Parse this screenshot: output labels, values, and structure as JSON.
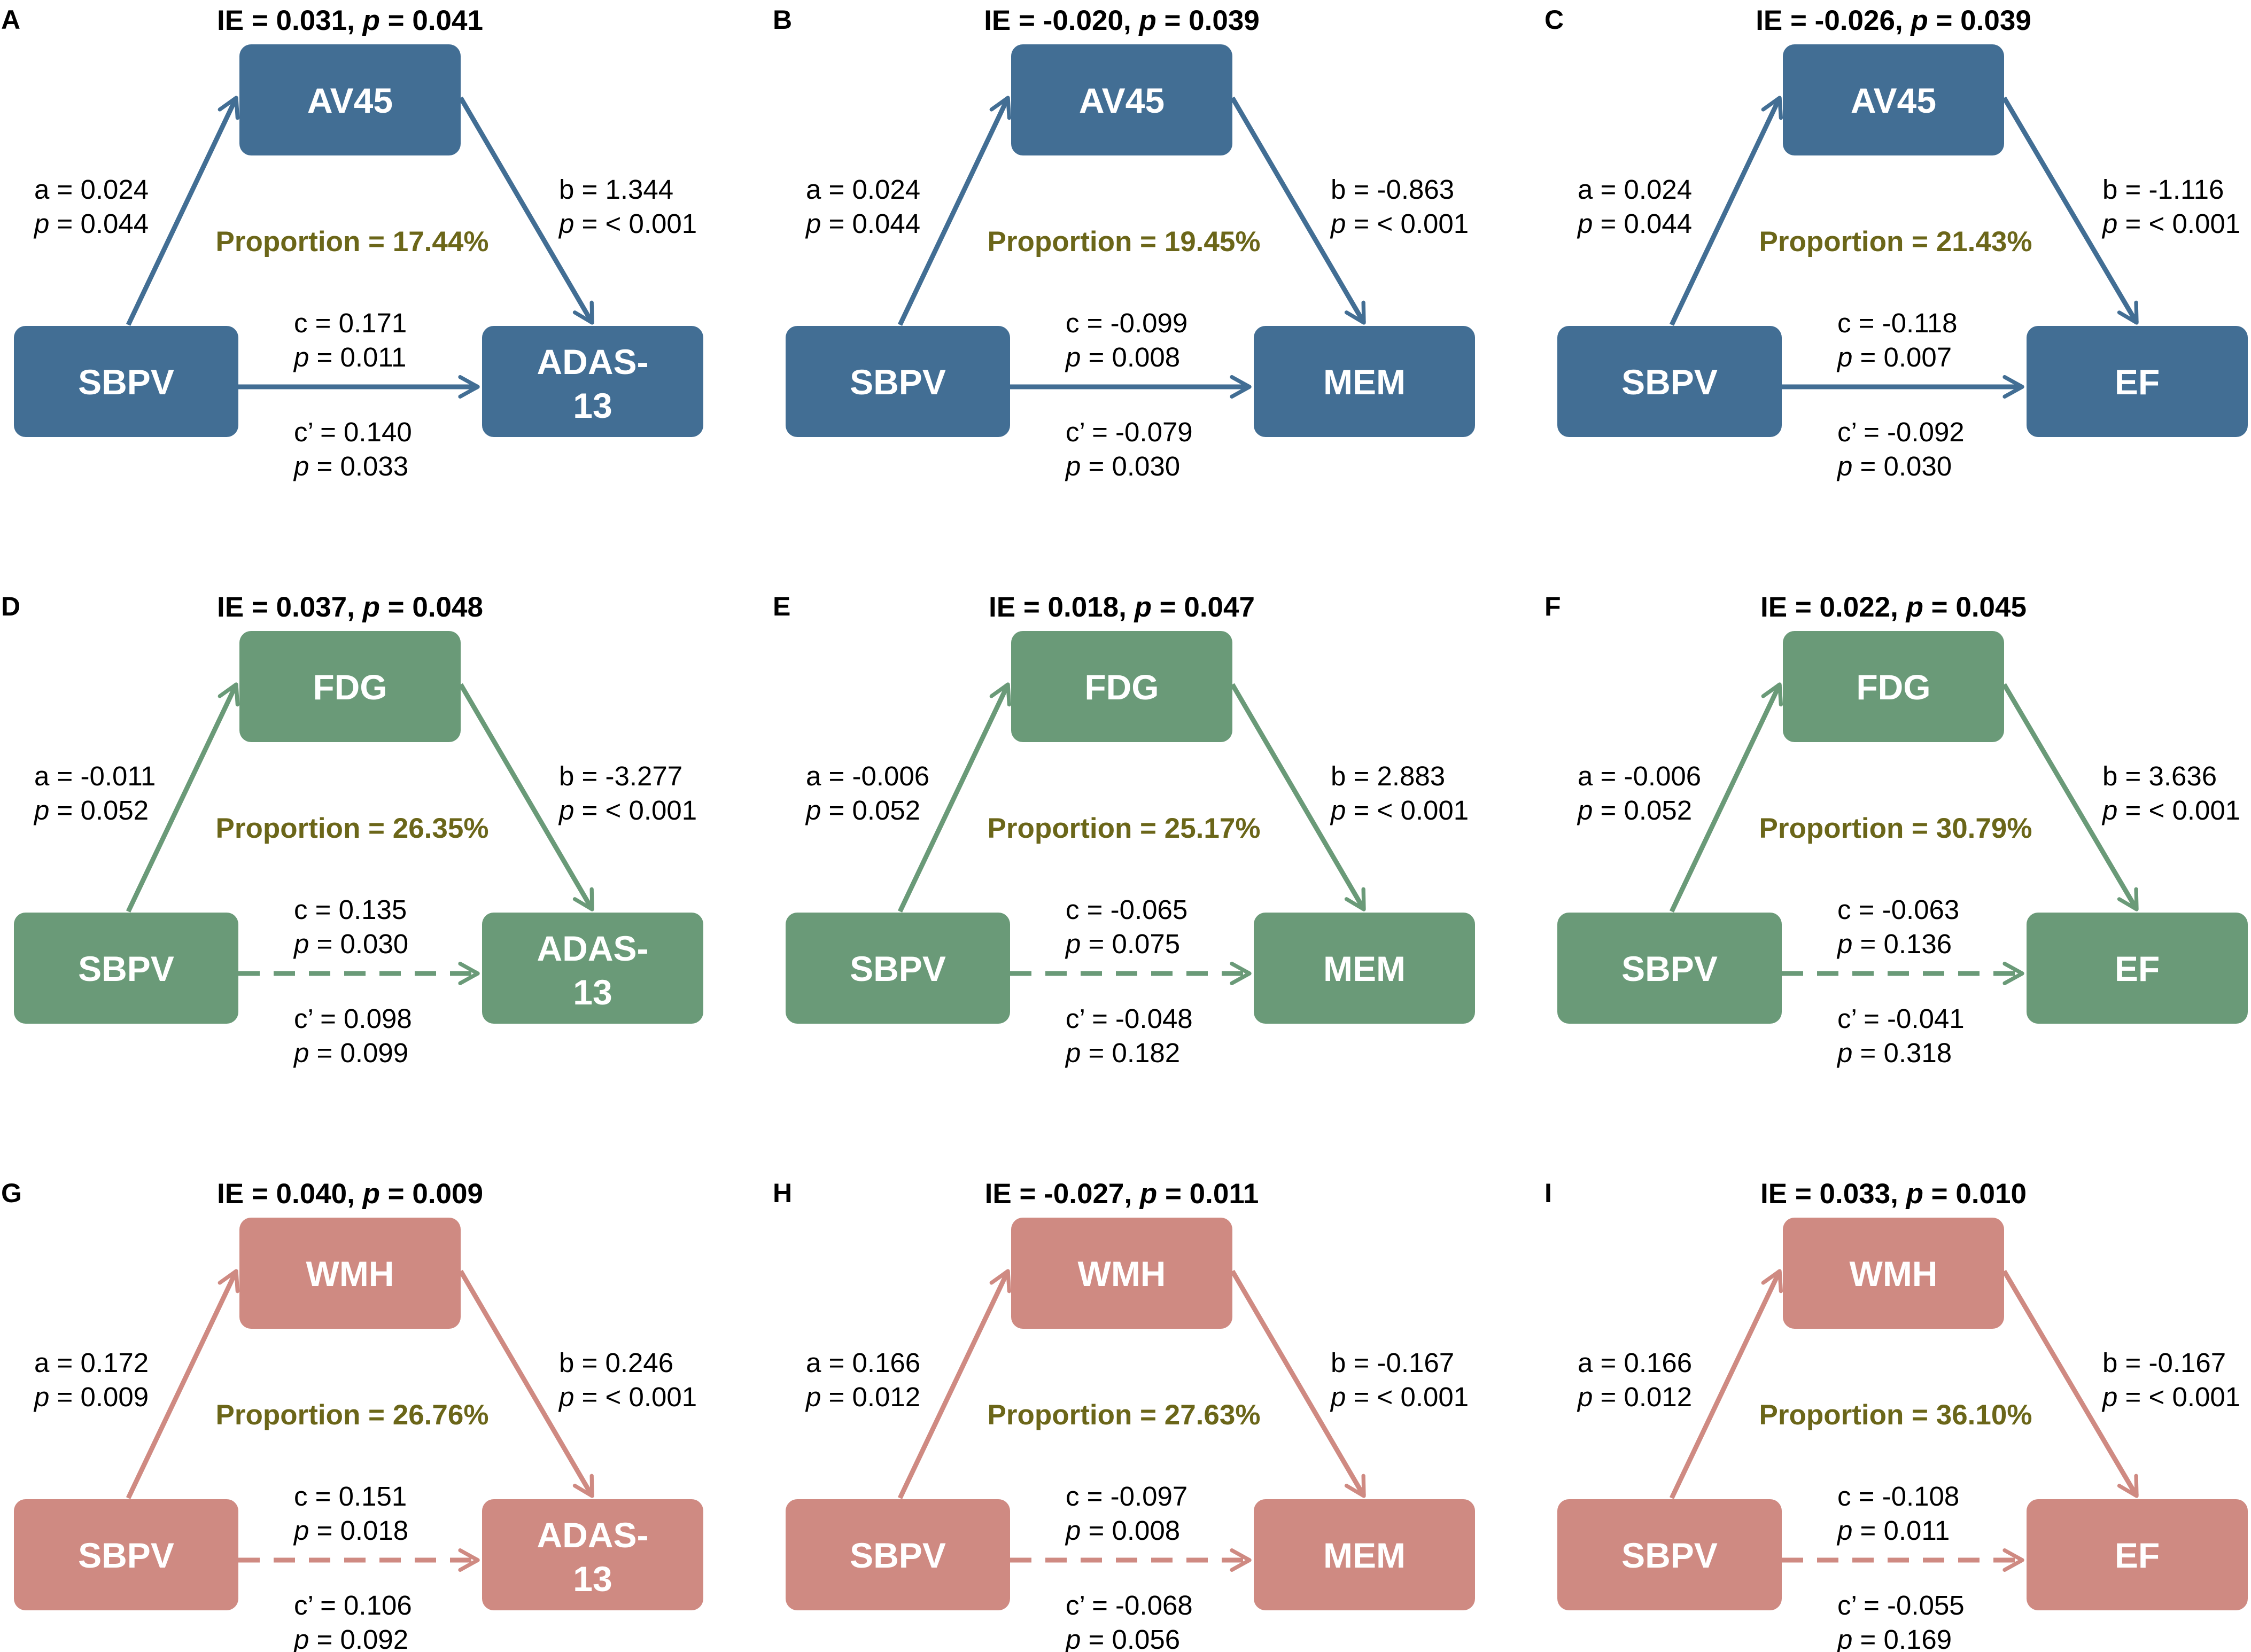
{
  "colors": {
    "AV45": "#426e94",
    "FDG": "#6a9a78",
    "WMH": "#cf8a82",
    "proportion_text": "#6b6619"
  },
  "panels": [
    {
      "letter": "A",
      "group": "AV45",
      "mediator": "AV45",
      "outcome": [
        "ADAS-",
        "13"
      ],
      "ie": "IE = 0.031",
      "ie_p": "0.041",
      "a": "a = 0.024",
      "a_p": "p = 0.044",
      "b": "b = 1.344",
      "b_p": "p = < 0.001",
      "proportion": "Proportion = 17.44%",
      "c": "c = 0.171",
      "c_p": "p = 0.011",
      "cprime": "c’ = 0.140",
      "cprime_p": "p = 0.033",
      "dashed": false
    },
    {
      "letter": "B",
      "group": "AV45",
      "mediator": "AV45",
      "outcome": [
        "MEM"
      ],
      "ie": "IE = -0.020",
      "ie_p": "0.039",
      "a": "a = 0.024",
      "a_p": "p = 0.044",
      "b": "b = -0.863",
      "b_p": "p = < 0.001",
      "proportion": "Proportion = 19.45%",
      "c": "c = -0.099",
      "c_p": "p = 0.008",
      "cprime": "c’ = -0.079",
      "cprime_p": "p = 0.030",
      "dashed": false
    },
    {
      "letter": "C",
      "group": "AV45",
      "mediator": "AV45",
      "outcome": [
        "EF"
      ],
      "ie": "IE = -0.026",
      "ie_p": "0.039",
      "a": "a = 0.024",
      "a_p": "p = 0.044",
      "b": "b = -1.116",
      "b_p": "p = < 0.001",
      "proportion": "Proportion = 21.43%",
      "c": "c = -0.118",
      "c_p": "p = 0.007",
      "cprime": "c’ = -0.092",
      "cprime_p": "p = 0.030",
      "dashed": false
    },
    {
      "letter": "D",
      "group": "FDG",
      "mediator": "FDG",
      "outcome": [
        "ADAS-",
        "13"
      ],
      "ie": "IE = 0.037",
      "ie_p": "0.048",
      "a": "a = -0.011",
      "a_p": "p = 0.052",
      "b": "b = -3.277",
      "b_p": "p = < 0.001",
      "proportion": "Proportion = 26.35%",
      "c": "c = 0.135",
      "c_p": "p = 0.030",
      "cprime": "c’ = 0.098",
      "cprime_p": "p = 0.099",
      "dashed": true
    },
    {
      "letter": "E",
      "group": "FDG",
      "mediator": "FDG",
      "outcome": [
        "MEM"
      ],
      "ie": "IE = 0.018",
      "ie_p": "0.047",
      "a": "a = -0.006",
      "a_p": "p = 0.052",
      "b": "b = 2.883",
      "b_p": "p = < 0.001",
      "proportion": "Proportion = 25.17%",
      "c": "c = -0.065",
      "c_p": "p = 0.075",
      "cprime": "c’ = -0.048",
      "cprime_p": "p = 0.182",
      "dashed": true
    },
    {
      "letter": "F",
      "group": "FDG",
      "mediator": "FDG",
      "outcome": [
        "EF"
      ],
      "ie": "IE = 0.022",
      "ie_p": "0.045",
      "a": "a = -0.006",
      "a_p": "p = 0.052",
      "b": "b = 3.636",
      "b_p": "p = < 0.001",
      "proportion": "Proportion = 30.79%",
      "c": "c = -0.063",
      "c_p": "p = 0.136",
      "cprime": "c’ = -0.041",
      "cprime_p": "p = 0.318",
      "dashed": true
    },
    {
      "letter": "G",
      "group": "WMH",
      "mediator": "WMH",
      "outcome": [
        "ADAS-",
        "13"
      ],
      "ie": "IE = 0.040",
      "ie_p": "0.009",
      "a": "a = 0.172",
      "a_p": "p = 0.009",
      "b": "b = 0.246",
      "b_p": "p = < 0.001",
      "proportion": "Proportion = 26.76%",
      "c": "c = 0.151",
      "c_p": "p = 0.018",
      "cprime": "c’ = 0.106",
      "cprime_p": "p = 0.092",
      "dashed": true
    },
    {
      "letter": "H",
      "group": "WMH",
      "mediator": "WMH",
      "outcome": [
        "MEM"
      ],
      "ie": "IE = -0.027",
      "ie_p": "0.011",
      "a": "a = 0.166",
      "a_p": "p = 0.012",
      "b": "b = -0.167",
      "b_p": "p = < 0.001",
      "proportion": "Proportion = 27.63%",
      "c": "c = -0.097",
      "c_p": "p = 0.008",
      "cprime": "c’ = -0.068",
      "cprime_p": "p = 0.056",
      "dashed": true
    },
    {
      "letter": "I",
      "group": "WMH",
      "mediator": "WMH",
      "outcome": [
        "EF"
      ],
      "ie": "IE = 0.033",
      "ie_p": "0.010",
      "a": "a = 0.166",
      "a_p": "p = 0.012",
      "b": "b = -0.167",
      "b_p": "p = < 0.001",
      "proportion": "Proportion = 36.10%",
      "c": "c = -0.108",
      "c_p": "p = 0.011",
      "cprime": "c’ = -0.055",
      "cprime_p": "p = 0.169",
      "dashed": true
    }
  ],
  "predictor": "SBPV",
  "ie_p_prefix": "p = "
}
